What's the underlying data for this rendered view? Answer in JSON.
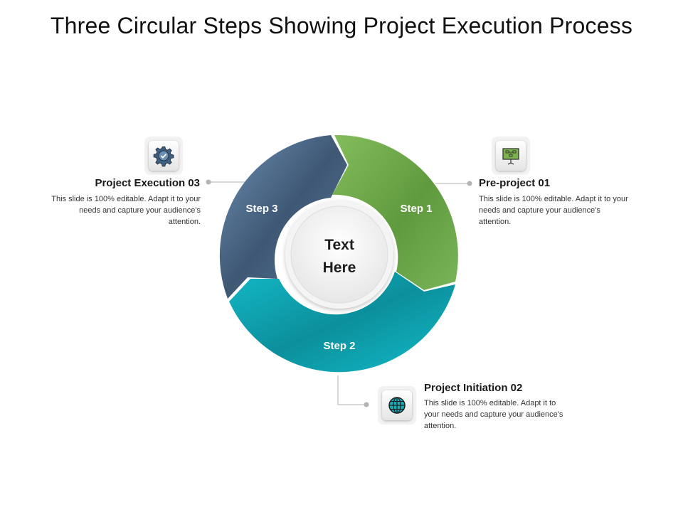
{
  "title": "Three Circular Steps Showing Project Execution Process",
  "center_text": [
    "Text",
    "Here"
  ],
  "colors": {
    "step1_green": "#6aa84f",
    "step2_teal": "#10a8b4",
    "step3_slate": "#4f6b8a",
    "connector_gray": "#b3b3b3"
  },
  "steps": [
    {
      "label": "Step 1",
      "heading": "Pre-project 01",
      "description": "This slide is 100% editable. Adapt it to your needs and capture your audience's attention.",
      "icon": "presentation-board-icon"
    },
    {
      "label": "Step 2",
      "heading": "Project Initiation 02",
      "description": "This slide is 100% editable. Adapt it to your needs and capture your audience's attention.",
      "icon": "globe-icon"
    },
    {
      "label": "Step 3",
      "heading": "Project Execution 03",
      "description": "This slide is 100% editable. Adapt it to your needs and capture your audience's attention.",
      "icon": "gear-check-icon"
    }
  ]
}
